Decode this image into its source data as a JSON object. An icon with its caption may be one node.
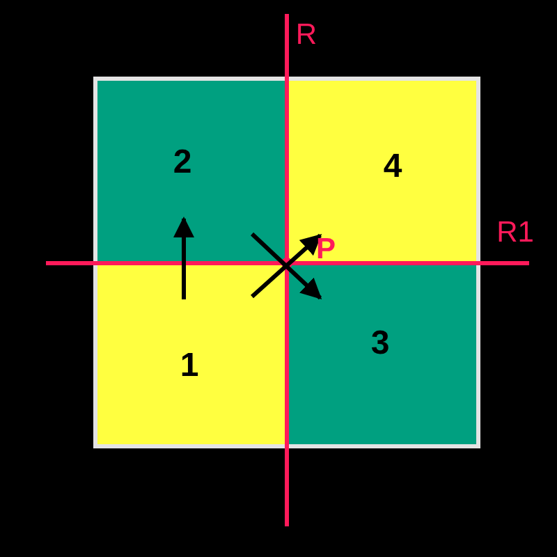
{
  "diagram": {
    "nodes": [
      {
        "text": [
          "2"
        ]
      },
      {
        "text": [
          "4"
        ]
      },
      {
        "text": [
          "1"
        ]
      },
      {
        "text": [
          "3"
        ]
      }
    ],
    "edges": [
      {
        "from": 2,
        "to": 0,
        "arrow": "to"
      },
      {
        "from": 2,
        "to": 1,
        "arrow": "to"
      },
      {
        "from": 0,
        "to": 3,
        "arrow": "to"
      }
    ],
    "labels": [
      "R",
      "R1",
      "P"
    ]
  }
}
